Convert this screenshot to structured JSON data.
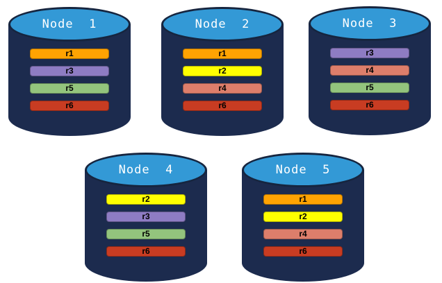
{
  "diagram": {
    "description": "Five database nodes each storing four replicas"
  },
  "colors": {
    "cylinder_body": "#1c2b4e",
    "cylinder_top": "#3399d6",
    "cylinder_outline": "#16253f",
    "title_text": "#ffffff",
    "bar_text": "#000000"
  },
  "replica_colors": {
    "r1": "#ffa302",
    "r2": "#ffff00",
    "r3": "#8e7cc3",
    "r4": "#dd7e6b",
    "r5": "#93c47d",
    "r6": "#c83c22"
  },
  "nodes": [
    {
      "title": "Node  1",
      "replicas": [
        "r1",
        "r3",
        "r5",
        "r6"
      ]
    },
    {
      "title": "Node  2",
      "replicas": [
        "r1",
        "r2",
        "r4",
        "r6"
      ]
    },
    {
      "title": "Node  3",
      "replicas": [
        "r3",
        "r4",
        "r5",
        "r6"
      ]
    },
    {
      "title": "Node  4",
      "replicas": [
        "r2",
        "r3",
        "r5",
        "r6"
      ]
    },
    {
      "title": "Node  5",
      "replicas": [
        "r1",
        "r2",
        "r4",
        "r6"
      ]
    }
  ]
}
